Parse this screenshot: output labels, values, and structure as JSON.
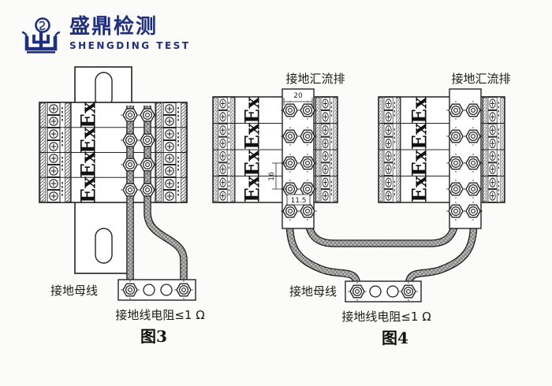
{
  "brand": {
    "name_cn": "盛鼎检测",
    "name_en": "SHENGDING TEST",
    "color": "#1e2f7f"
  },
  "figure3": {
    "caption": "图3",
    "ex_label": "Ex",
    "ground_bus_label": "接地母线",
    "resistance_label": "接地线电阻≤1 Ω"
  },
  "figure4": {
    "caption": "图4",
    "ex_label": "Ex",
    "busbar_label_left": "接地汇流排",
    "busbar_label_right": "接地汇流排",
    "ground_bus_label": "接地母线",
    "resistance_label": "接地线电阻≤1 Ω",
    "dim_width": "20",
    "dim_pitch": "16",
    "dim_hole_spacing": "11.5"
  }
}
